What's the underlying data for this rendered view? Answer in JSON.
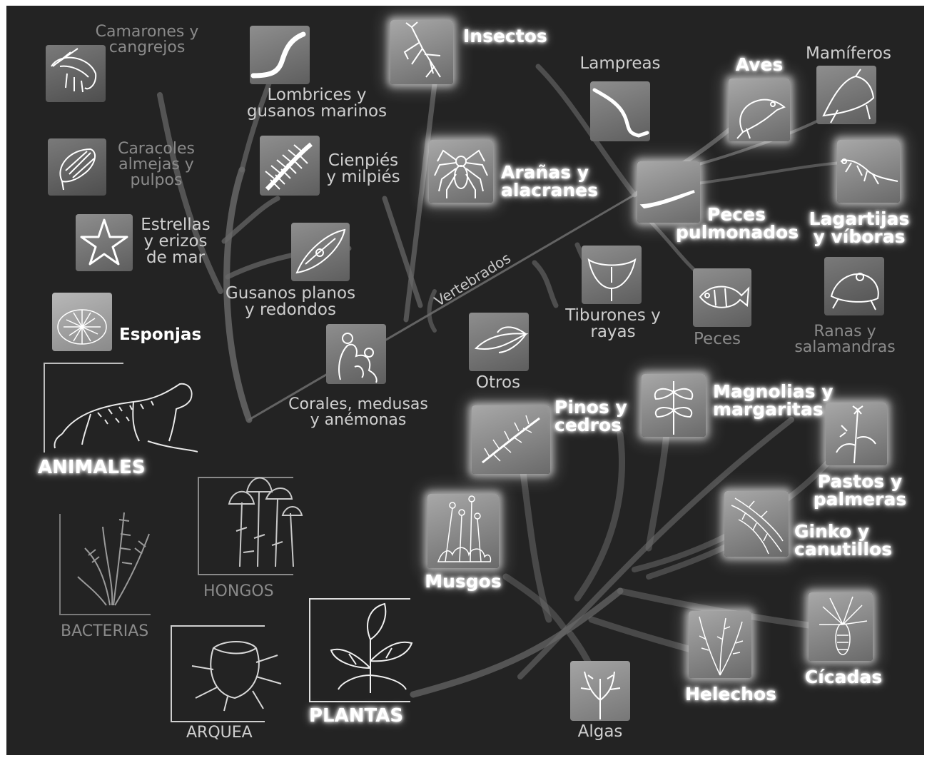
{
  "kingdoms": {
    "animales": "ANIMALES",
    "bacterias": "BACTERIAS",
    "hongos": "HONGOS",
    "arquea": "ARQUEA",
    "plantas": "PLANTAS"
  },
  "branch_label": "Vertebrados",
  "animal_groups": {
    "camarones": [
      "Camarones y",
      "cangrejos"
    ],
    "lombrices": [
      "Lombrices y",
      "gusanos marinos"
    ],
    "caracoles": [
      "Caracoles",
      "almejas y",
      "pulpos"
    ],
    "cienpies": [
      "Cienpiés",
      "y milpiés"
    ],
    "estrellas": [
      "Estrellas",
      "y erizos",
      "de mar"
    ],
    "gusanos": [
      "Gusanos planos",
      "y redondos"
    ],
    "esponjas": [
      "Esponjas"
    ],
    "corales": [
      "Corales, medusas",
      "y anémonas"
    ],
    "insectos": [
      "Insectos"
    ],
    "aranas": [
      "Arañas y",
      "alacranes"
    ],
    "otros": [
      "Otros"
    ]
  },
  "vertebrate_groups": {
    "lampreas": [
      "Lampreas"
    ],
    "aves": [
      "Aves"
    ],
    "mamiferos": [
      "Mamíferos"
    ],
    "peces_pulmonados": [
      "Peces",
      "pulmonados"
    ],
    "lagartijas": [
      "Lagartijas",
      "y víboras"
    ],
    "tiburones": [
      "Tiburones y",
      "rayas"
    ],
    "peces": [
      "Peces"
    ],
    "ranas": [
      "Ranas y",
      "salamandras"
    ]
  },
  "plant_groups": {
    "pinos": [
      "Pinos y",
      "cedros"
    ],
    "magnolias": [
      "Magnolias y",
      "margaritas"
    ],
    "pastos": [
      "Pastos y",
      "palmeras"
    ],
    "musgos": [
      "Musgos"
    ],
    "ginko": [
      "Ginko y",
      "canutillos"
    ],
    "cicadas": [
      "Cícadas"
    ],
    "helechos": [
      "Helechos"
    ],
    "algas": [
      "Algas"
    ]
  },
  "icons": {
    "camarones": "shrimp-icon",
    "lombrices": "worm-icon",
    "caracoles": "snail-icon",
    "cienpies": "centipede-icon",
    "estrellas": "starfish-icon",
    "gusanos": "flatworm-icon",
    "esponjas": "sponge-icon",
    "corales": "coral-icon",
    "insectos": "mantis-icon",
    "aranas": "spider-icon",
    "otros": "squid-icon",
    "lampreas": "lamprey-icon",
    "aves": "bird-icon",
    "mamiferos": "anteater-icon",
    "peces_pulmonados": "lungfish-icon",
    "lagartijas": "lizard-icon",
    "tiburones": "ray-icon",
    "peces": "fish-icon",
    "ranas": "frog-icon",
    "pinos": "pine-icon",
    "magnolias": "magnolia-icon",
    "pastos": "grass-icon",
    "musgos": "moss-icon",
    "ginko": "horsetail-icon",
    "cicadas": "cycad-icon",
    "helechos": "fern-icon",
    "algas": "algae-icon",
    "animales": "ocelot-icon",
    "bacterias": "bacteria-icon",
    "hongos": "mushroom-icon",
    "arquea": "archaea-icon",
    "plantas": "plant-icon"
  },
  "colors": {
    "background": "#232323",
    "branch": "#6e6e6e",
    "dim_text": "#8a8a8a",
    "mid_text": "#cfcfcf",
    "glow_text": "#ffffff"
  }
}
